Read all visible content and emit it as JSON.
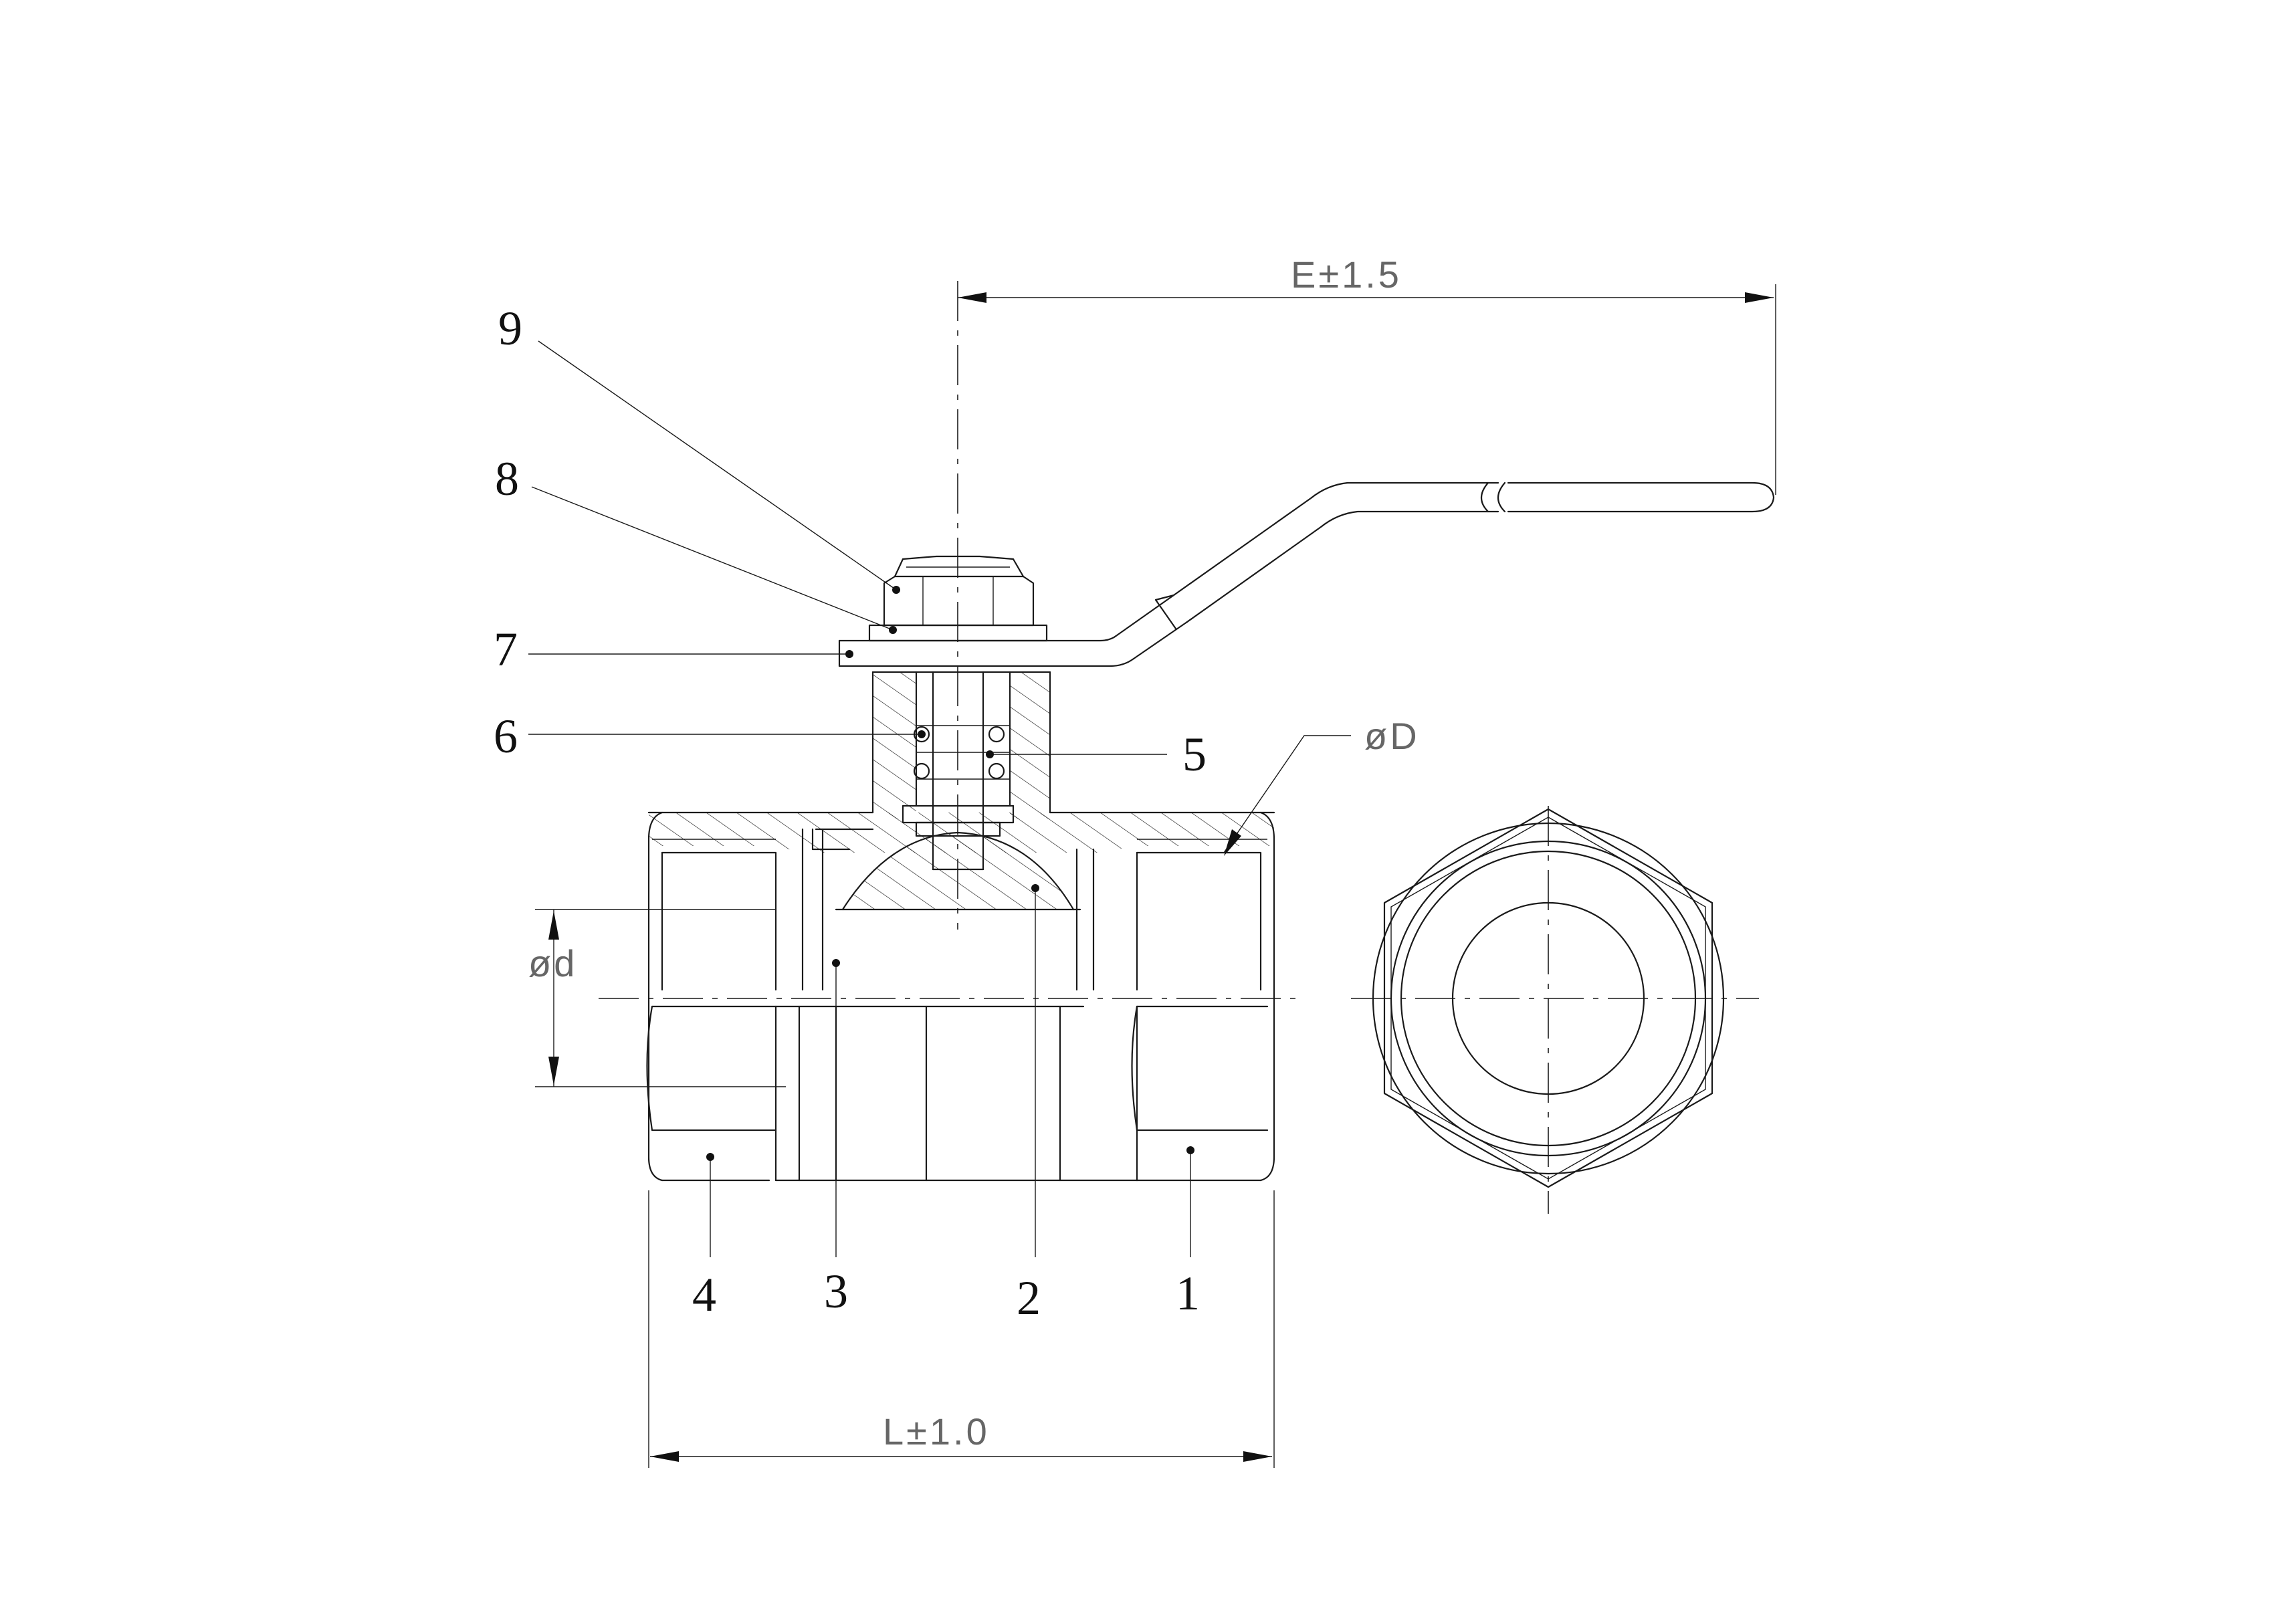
{
  "callouts": [
    {
      "number": "9"
    },
    {
      "number": "8"
    },
    {
      "number": "7"
    },
    {
      "number": "6"
    },
    {
      "number": "5"
    },
    {
      "number": "4"
    },
    {
      "number": "3"
    },
    {
      "number": "2"
    },
    {
      "number": "1"
    }
  ],
  "dimensions": {
    "handle_length": "E±1.5",
    "body_length": "L±1.0",
    "outer_diameter": "øD",
    "bore_diameter": "ød"
  },
  "colors": {
    "line": "#1a1a1a",
    "dimension_text": "#666666"
  }
}
